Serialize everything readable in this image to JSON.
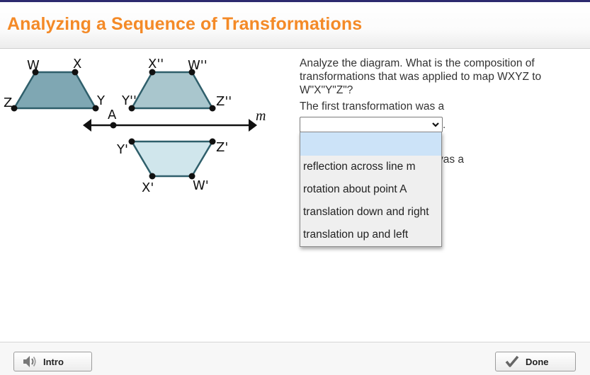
{
  "header": {
    "title": "Analyzing a Sequence of Transformations"
  },
  "diagram": {
    "original": {
      "W": "W",
      "X": "X",
      "Y": "Y",
      "Z": "Z"
    },
    "image1": {
      "W": "W'",
      "X": "X'",
      "Y": "Y'",
      "Z": "Z'"
    },
    "image2": {
      "W": "W''",
      "X": "X''",
      "Y": "Y''",
      "Z": "Z''"
    },
    "point_A": "A",
    "line_m": "m",
    "colors": {
      "original_fill": "#7fa7b3",
      "image1_fill": "#d0e6ec",
      "image2_fill": "#a9c6cd",
      "stroke": "#2f5f6b"
    }
  },
  "question": {
    "prompt": "Analyze the diagram. What is the composition of transformations that was applied to map WXYZ to W\"X\"Y\"Z\"?",
    "first_label": "The first transformation was a",
    "period": ".",
    "partially_hidden_text": "vas a"
  },
  "first_select": {
    "selected": "",
    "options": [
      "",
      "reflection across line m",
      "rotation about point A",
      "translation down and right",
      "translation up and left"
    ],
    "highlight_color": "#cce3f8"
  },
  "footer": {
    "intro_label": "Intro",
    "done_label": "Done"
  }
}
